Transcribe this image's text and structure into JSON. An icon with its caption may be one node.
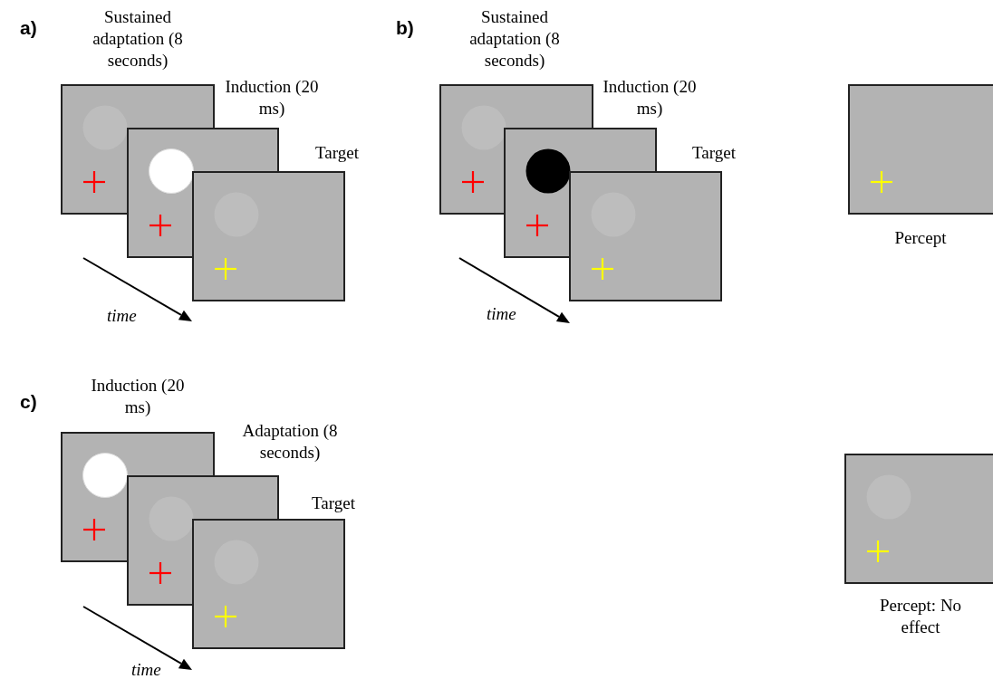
{
  "diagram": {
    "nodes": [
      {
        "text": [
          "Sustained adaptation (8 seconds)"
        ]
      },
      {
        "text": [
          "Induction (20 ms)"
        ]
      },
      {
        "text": [
          "Target"
        ]
      },
      {
        "text": [
          "Sustained adaptation (8 seconds)"
        ]
      },
      {
        "text": [
          "Induction (20 ms)"
        ]
      },
      {
        "text": [
          "Target"
        ]
      },
      {
        "text": [
          "Percept"
        ]
      },
      {
        "text": [
          "Induction (20 ms)"
        ]
      },
      {
        "text": [
          "Adaptation (8 seconds)"
        ]
      },
      {
        "text": [
          "Target"
        ]
      },
      {
        "text": [
          "Percept: No effect"
        ]
      }
    ],
    "labels": [
      "a)",
      "b)",
      "time",
      "time",
      "c)",
      "time"
    ]
  }
}
